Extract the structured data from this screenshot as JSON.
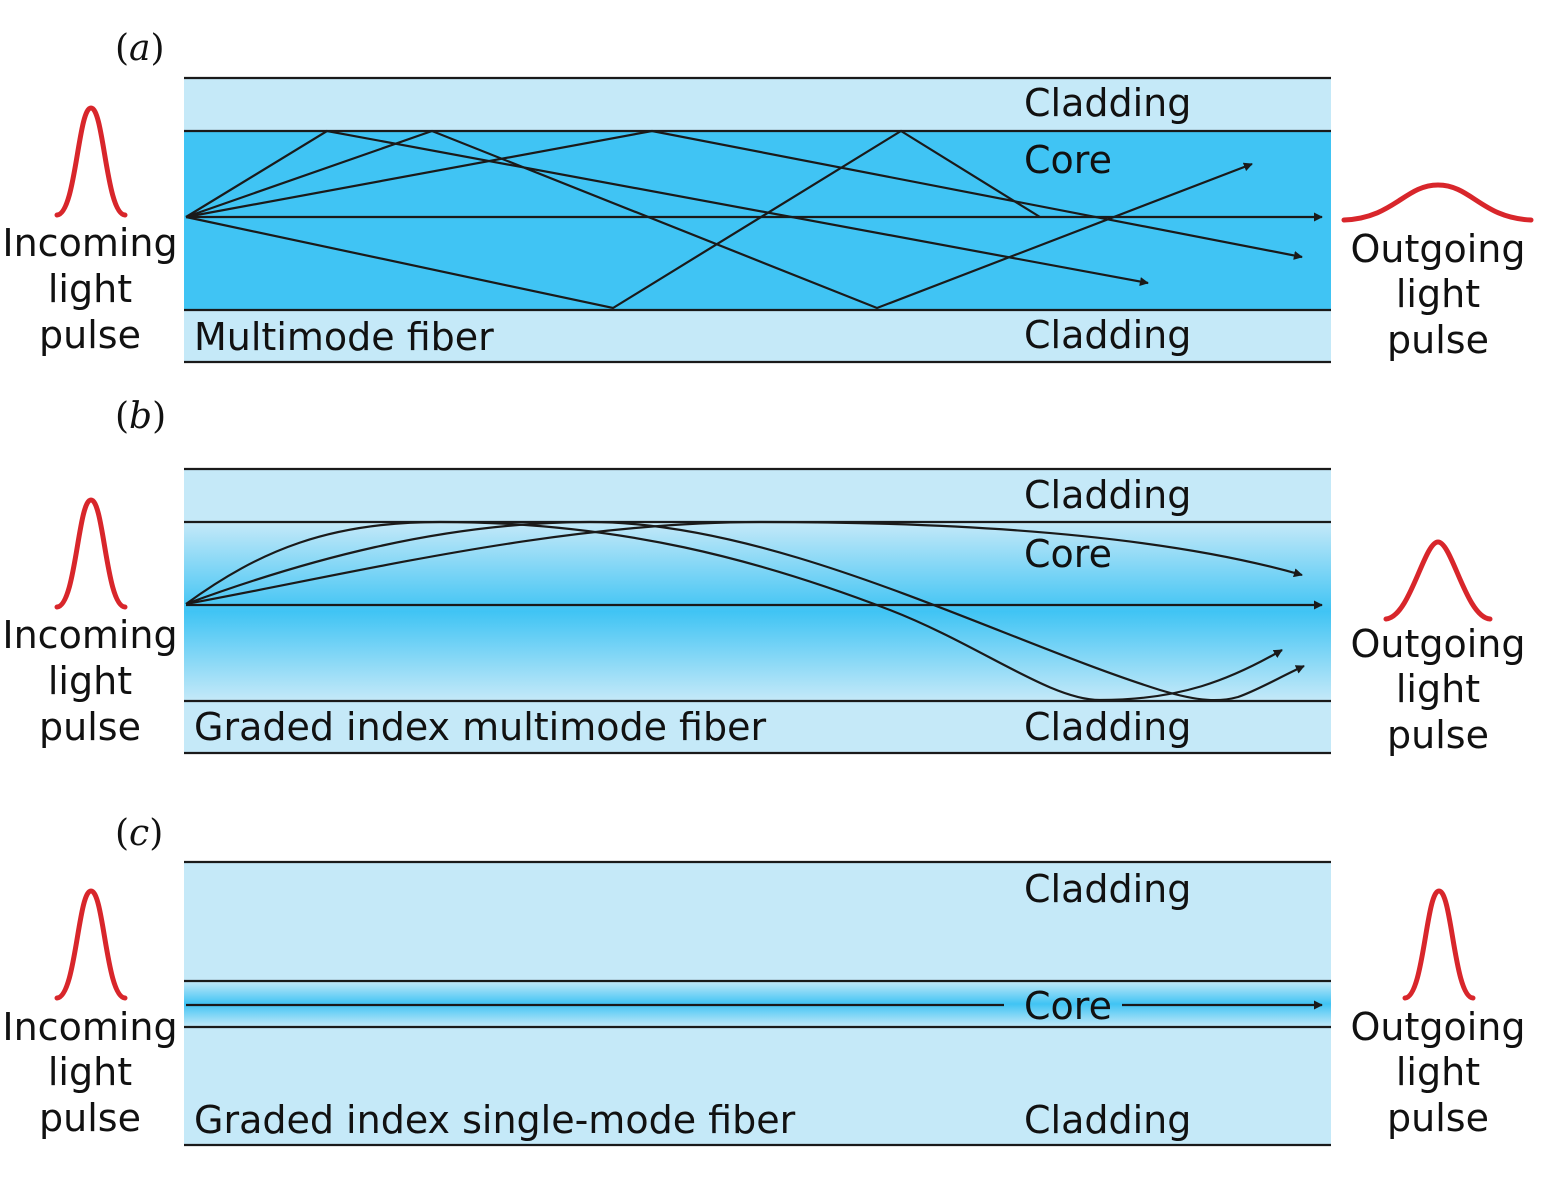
{
  "colors": {
    "cladding": "#c5e9f8",
    "core": "#40c4f4",
    "core_edge": "#bfe6f7",
    "pulse": "#d8262b"
  },
  "panels": [
    {
      "letter": "a",
      "fiber_label": "Multimode fiber",
      "cladding_top": "Cladding",
      "core": "Core",
      "cladding_bottom": "Cladding",
      "incoming": [
        "Incoming",
        "light",
        "pulse"
      ],
      "outgoing": [
        "Outgoing",
        "light",
        "pulse"
      ]
    },
    {
      "letter": "b",
      "fiber_label": "Graded index multimode fiber",
      "cladding_top": "Cladding",
      "core": "Core",
      "cladding_bottom": "Cladding",
      "incoming": [
        "Incoming",
        "light",
        "pulse"
      ],
      "outgoing": [
        "Outgoing",
        "light",
        "pulse"
      ]
    },
    {
      "letter": "c",
      "fiber_label": "Graded index single-mode fiber",
      "cladding_top": "Cladding",
      "core": "Core",
      "cladding_bottom": "Cladding",
      "incoming": [
        "Incoming",
        "light",
        "pulse"
      ],
      "outgoing": [
        "Outgoing",
        "light",
        "pulse"
      ]
    }
  ]
}
